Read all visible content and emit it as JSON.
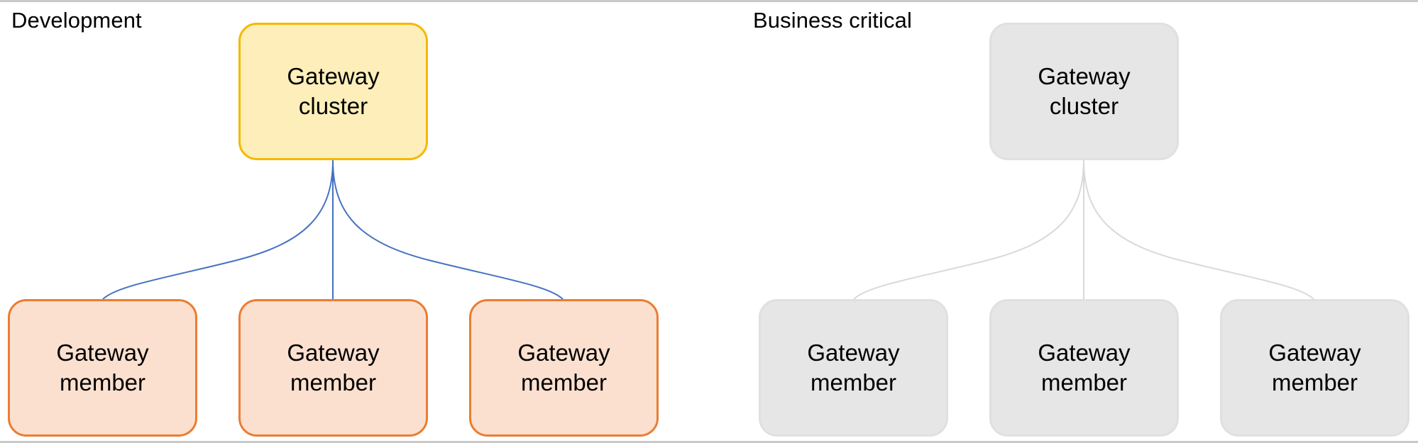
{
  "diagram": {
    "title_left": "Development",
    "title_right": "Business critical",
    "colors": {
      "cluster_fill_active": "#fdeeba",
      "cluster_stroke_active": "#f5b800",
      "member_fill_active": "#fbe0d0",
      "member_stroke_active": "#ea7d32",
      "node_fill_muted": "#e6e6e6",
      "node_stroke_muted": "#e0e0e0",
      "connector_active": "#4472c4",
      "connector_muted": "#d9d9d9",
      "page_border": "#c9c9c9",
      "text": "#000000"
    }
  },
  "development": {
    "label": "Development",
    "cluster": {
      "line1": "Gateway",
      "line2": "cluster"
    },
    "members": [
      {
        "line1": "Gateway",
        "line2": "member"
      },
      {
        "line1": "Gateway",
        "line2": "member"
      },
      {
        "line1": "Gateway",
        "line2": "member"
      }
    ]
  },
  "business_critical": {
    "label": "Business critical",
    "cluster": {
      "line1": "Gateway",
      "line2": "cluster"
    },
    "members": [
      {
        "line1": "Gateway",
        "line2": "member"
      },
      {
        "line1": "Gateway",
        "line2": "member"
      },
      {
        "line1": "Gateway",
        "line2": "member"
      }
    ]
  }
}
